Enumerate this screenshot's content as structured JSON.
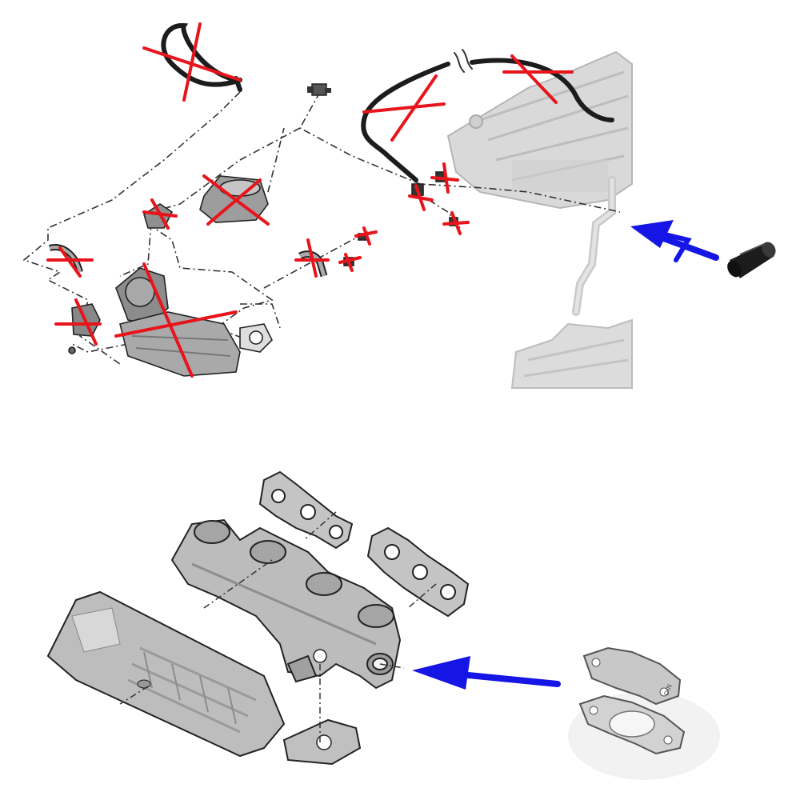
{
  "diagram": {
    "top_panel": {
      "removed_marker": "red-x-mark",
      "replacement_part": "rubber-blanking-plug",
      "pointer": "blue-arrow-icon"
    },
    "bottom_panel": {
      "replacement_part": "egr-blanking-plate",
      "plate_marking": "DIN",
      "pointer": "blue-arrow-icon"
    }
  },
  "colors": {
    "removed_mark": "#e8141b",
    "pointer_arrow": "#1515e6",
    "line_art": "#222222",
    "metal_part": "#b9b9bb",
    "ghost_part": "#d6d6d6",
    "plug": "#1c1c1c",
    "plate": "#c8c8c8"
  }
}
